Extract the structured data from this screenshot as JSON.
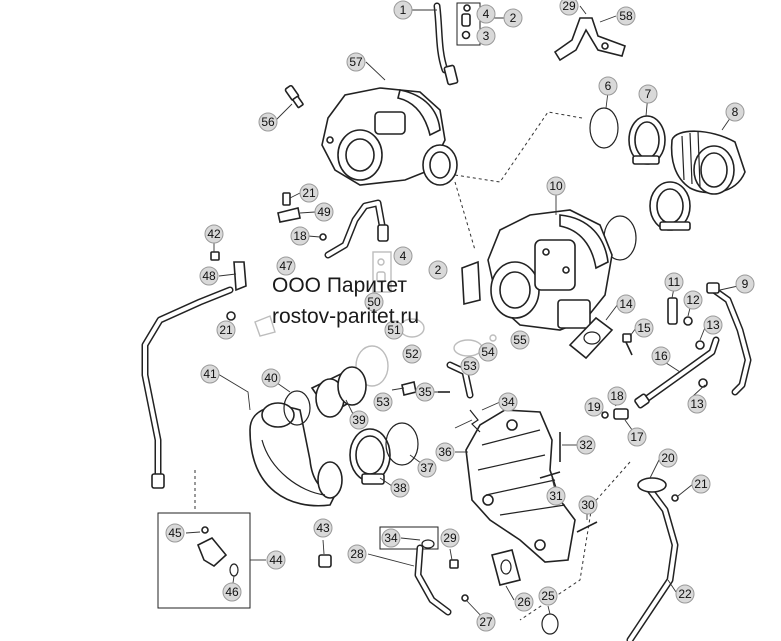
{
  "watermark": {
    "line1": "ООО Паритет",
    "line2": "rostov-paritet.ru"
  },
  "callouts": [
    "1",
    "2",
    "3",
    "4",
    "29",
    "58",
    "57",
    "56",
    "6",
    "7",
    "8",
    "10",
    "21",
    "49",
    "18",
    "42",
    "48",
    "47",
    "4",
    "2",
    "50",
    "21",
    "11",
    "9",
    "12",
    "14",
    "15",
    "13",
    "51",
    "52",
    "55",
    "54",
    "53",
    "16",
    "41",
    "40",
    "39",
    "35",
    "34",
    "53",
    "13",
    "18",
    "19",
    "17",
    "38",
    "37",
    "36",
    "32",
    "31",
    "20",
    "21",
    "30",
    "45",
    "44",
    "46",
    "43",
    "34",
    "29",
    "28",
    "27",
    "26",
    "25",
    "22"
  ],
  "colors": {
    "callout_fill": "#d9d9d9",
    "line": "#222222"
  }
}
